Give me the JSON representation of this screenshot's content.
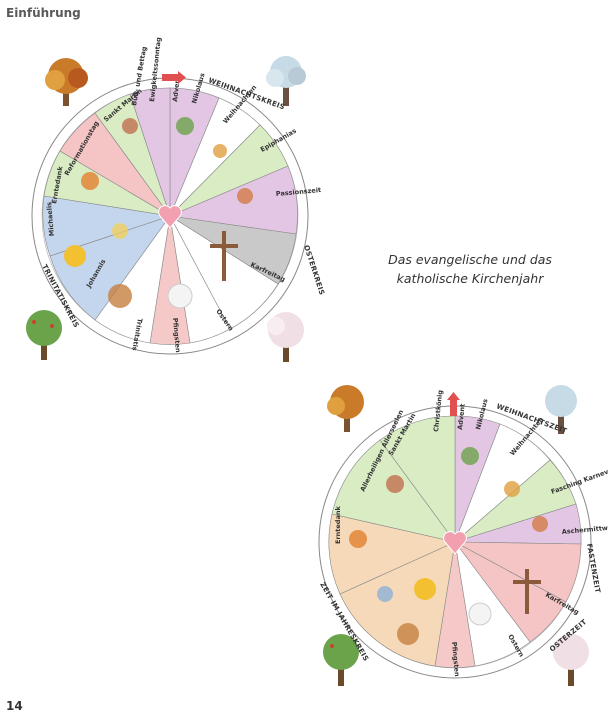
{
  "page": {
    "header": "Einführung",
    "caption_line1": "Das evangelische und das",
    "caption_line2": "katholische Kirchenjahr",
    "page_number": "14"
  },
  "wheels": {
    "evangelical": {
      "ring_labels": [
        "WEIHNACHTSKREIS",
        "OSTERKREIS",
        "TRINITATISKREIS"
      ],
      "segments": [
        "Advent",
        "Nikolaus",
        "Weihnachten",
        "Epiphanias",
        "Passionszeit",
        "Karfreitag",
        "Ostern",
        "Pfingsten",
        "Trinitatis",
        "Johannis",
        "Michaelis",
        "Erntedank",
        "Reformationstag",
        "Sankt Martin",
        "Buß- und Bettag",
        "Ewigkeitssonntag"
      ],
      "colors": [
        "#ffffff",
        "#d9ecc4",
        "#e3c6e3",
        "#c9c9c9",
        "#f5c4c4",
        "#c4d6ee",
        "#f2d9b0",
        "#f6c9c9"
      ]
    },
    "catholic": {
      "ring_labels": [
        "WEIHNACHTSZEIT",
        "FASTENZEIT",
        "OSTERZEIT",
        "ZEIT IM JAHRESKREIS"
      ],
      "segments": [
        "Advent",
        "Nikolaus",
        "Weihnachten",
        "Fasching Karneval",
        "Aschermittwoch",
        "Karfreitag",
        "Ostern",
        "Pfingsten",
        "Erntedank",
        "Allerheiligen Allerseelen",
        "Sankt Martin",
        "Christkönig"
      ],
      "colors": [
        "#ffffff",
        "#d9ecc4",
        "#e3c6e3",
        "#f5c4c4",
        "#f6d9b8",
        "#c4d6ee"
      ]
    }
  }
}
